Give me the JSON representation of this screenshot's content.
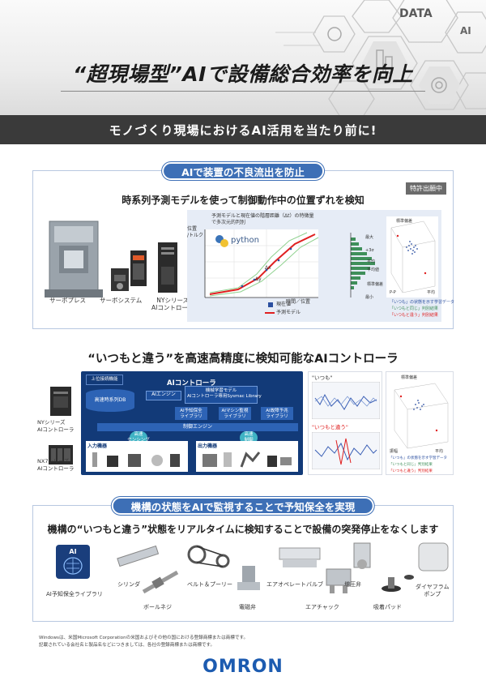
{
  "header": {
    "headline": "“超現場型”AIで設備総合効率を向上",
    "data_label": "DATA",
    "ai_label": "AI"
  },
  "banner": {
    "text": "モノづくり現場におけるAI活用を当たり前に!"
  },
  "section1": {
    "pill": "AIで装置の不良流出を防止",
    "patent": "特許出願中",
    "subtitle": "時系列予測モデルを使って制御動作中の位置ずれを検知",
    "machines": [
      "サーボプレス",
      "サーボシステム",
      "NYシリーズ\nAIコントローラ"
    ],
    "chart_caption": "予測モデルと現在値の階層距離（Δt）の特徴量で多次元的判別",
    "python_label": "python",
    "axis_y": "位置\n/トルク",
    "axis_x": "時間／位置",
    "delta_x": "Δx",
    "delta_y": "Δy",
    "legend_current": "現在値",
    "legend_model": "予測モデル",
    "hist_labels": [
      "最大",
      "+3σ",
      "平均",
      "平均値",
      "標準偏差",
      "最小"
    ],
    "scatter_title": "標準偏差",
    "scatter_axes": [
      "P-P",
      "平均"
    ],
    "scatter_legend": [
      "「いつも」の状態を示す学習データ",
      "「いつもと同じ」判別結果",
      "「いつもと違う」判別結果"
    ]
  },
  "section2": {
    "title": "“いつもと違う”を高速高精度に検知可能なAIコントローラ",
    "controllers": [
      "NYシリーズ\nAIコントローラ",
      "NX7シリーズ\nAIコントローラ"
    ],
    "diagram": {
      "top_label": "上位接続機能",
      "title": "AIコントローラ",
      "db": "高速時系列DB",
      "engine": "AIエンジン",
      "library": "機械学習モデル\nAIコントローラ専用Sysmac Library",
      "lib1": "AI予知保全\nライブラリ",
      "lib2": "AIマシン監視\nライブラリ",
      "lib3": "AI故障予兆\nライブラリ",
      "control_engine": "制御エンジン",
      "input": "入力機器",
      "output": "出力機器",
      "sensing": "高速\nセンシング",
      "control": "高速\n制御"
    },
    "wave_normal": "\"いつも\"",
    "wave_abnormal": "\"いつもと違う\"",
    "scatter_title": "標準偏差",
    "scatter_axes": [
      "振幅",
      "平均"
    ],
    "scatter_legend": [
      "「いつも」の状態を示す学習データ",
      "「いつもと同じ」判別結果",
      "「いつもと違う」判別結果"
    ]
  },
  "section3": {
    "pill": "機構の状態をAIで監視することで予知保全を実現",
    "subtitle": "機構の“いつもと違う”状態をリアルタイムに検知することで設備の突発停止をなくします",
    "ai_lib": "AI予知保全ライブラリ",
    "ai_badge": "AI",
    "components": [
      "シリンダ",
      "ボールネジ",
      "ベルト＆プーリー",
      "電磁弁",
      "エアオペレートバルブ",
      "エアチャック",
      "増圧弁",
      "吸着パッド",
      "ダイヤフラム\nポンプ"
    ]
  },
  "footer": {
    "note1": "Windowsは、米国Microsoft Corporationの米国およびその他の国における登録商標または商標です。",
    "note2": "記載されている会社名と製品名などにつきましては、各社の登録商標または商標です。",
    "logo": "OMRON"
  }
}
